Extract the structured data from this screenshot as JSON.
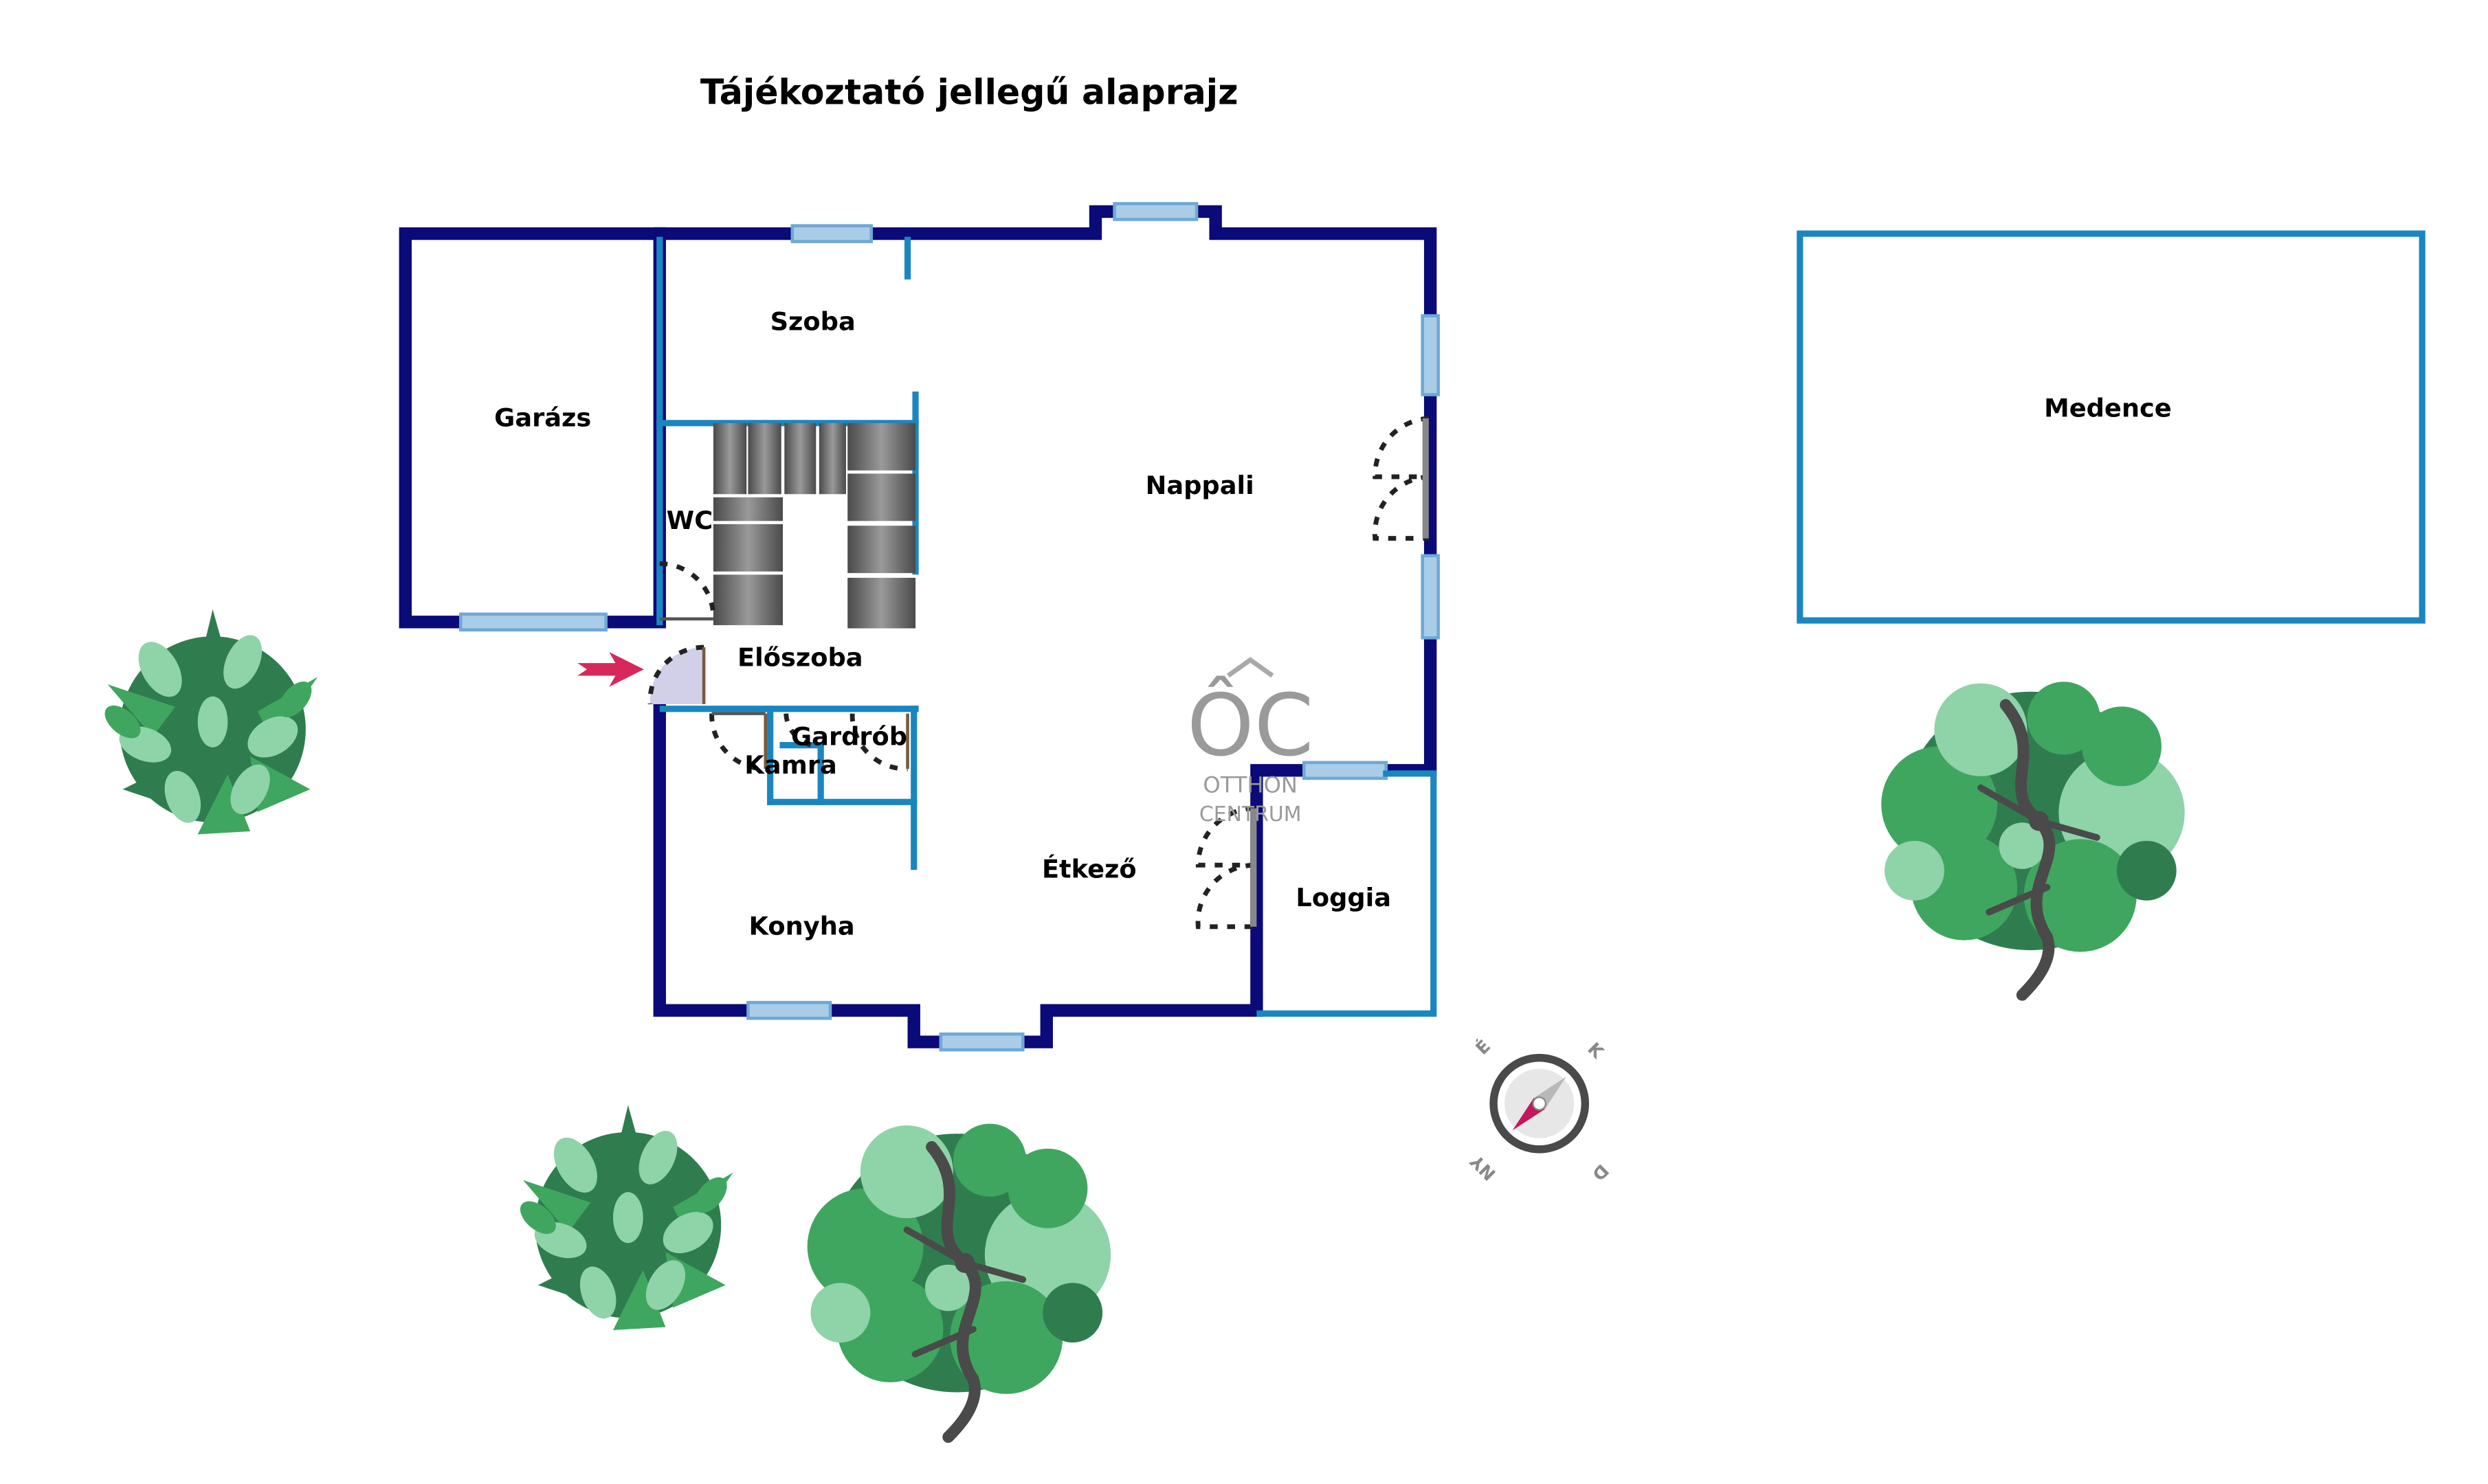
{
  "title": "Tájékoztató jellegű alaprajz",
  "rooms": {
    "garazs": "Garázs",
    "szoba": "Szoba",
    "nappali": "Nappali",
    "wc": "WC",
    "eloszoba": "Előszoba",
    "gardrob": "Gardrób",
    "kamra": "Kamra",
    "etkezo": "Étkező",
    "konyha": "Konyha",
    "loggia": "Loggia",
    "medence": "Medence"
  },
  "watermark": {
    "logo": "ÔC",
    "line1": "OTTHON",
    "line2": "CENTRUM"
  },
  "compass": {
    "north": "É",
    "east": "K",
    "south": "D",
    "west": "NY"
  },
  "colors": {
    "exterior_wall": "#0a0a78",
    "interior_wall": "#1a86c0",
    "window": "#a9cde6",
    "entrance_arrow": "#d6285a",
    "plant_dark": "#2f7d4f",
    "plant_mid": "#3fa65f",
    "plant_light": "#8fd3a8"
  },
  "icons": [
    "entrance-arrow-icon",
    "compass-icon",
    "plant-icon",
    "tree-icon",
    "stair-icon",
    "door-swing-icon"
  ]
}
